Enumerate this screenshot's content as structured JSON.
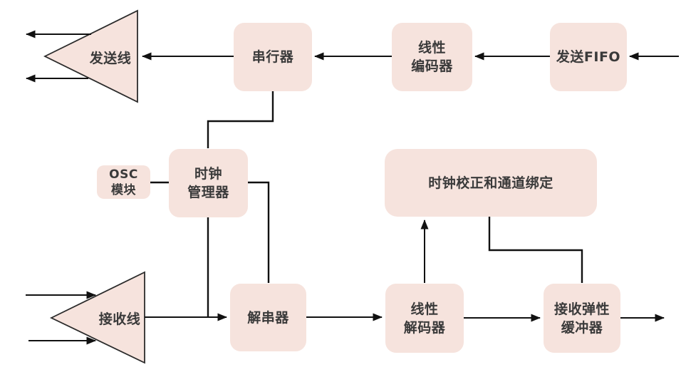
{
  "diagram": {
    "description": "SerDes transceiver block diagram",
    "colors": {
      "background": "#ffffff",
      "node_fill": "#f6e3dd",
      "wire": "#111111",
      "text": "#3a3a3a"
    },
    "nodes": {
      "tx_line": {
        "label": "发送线"
      },
      "serializer": {
        "label": "串行器"
      },
      "line_encoder": {
        "label": "线性\n编码器"
      },
      "tx_fifo": {
        "label": "发送FIFO"
      },
      "osc_module": {
        "label": "OSC\n模块"
      },
      "clock_manager": {
        "label": "时钟\n管理器"
      },
      "clock_correction": {
        "label": "时钟校正和通道绑定"
      },
      "rx_line": {
        "label": "接收线"
      },
      "deserializer": {
        "label": "解串器"
      },
      "line_decoder": {
        "label": "线性\n解码器"
      },
      "rx_elastic_buffer": {
        "label": "接收弹性\n缓冲器"
      }
    }
  }
}
